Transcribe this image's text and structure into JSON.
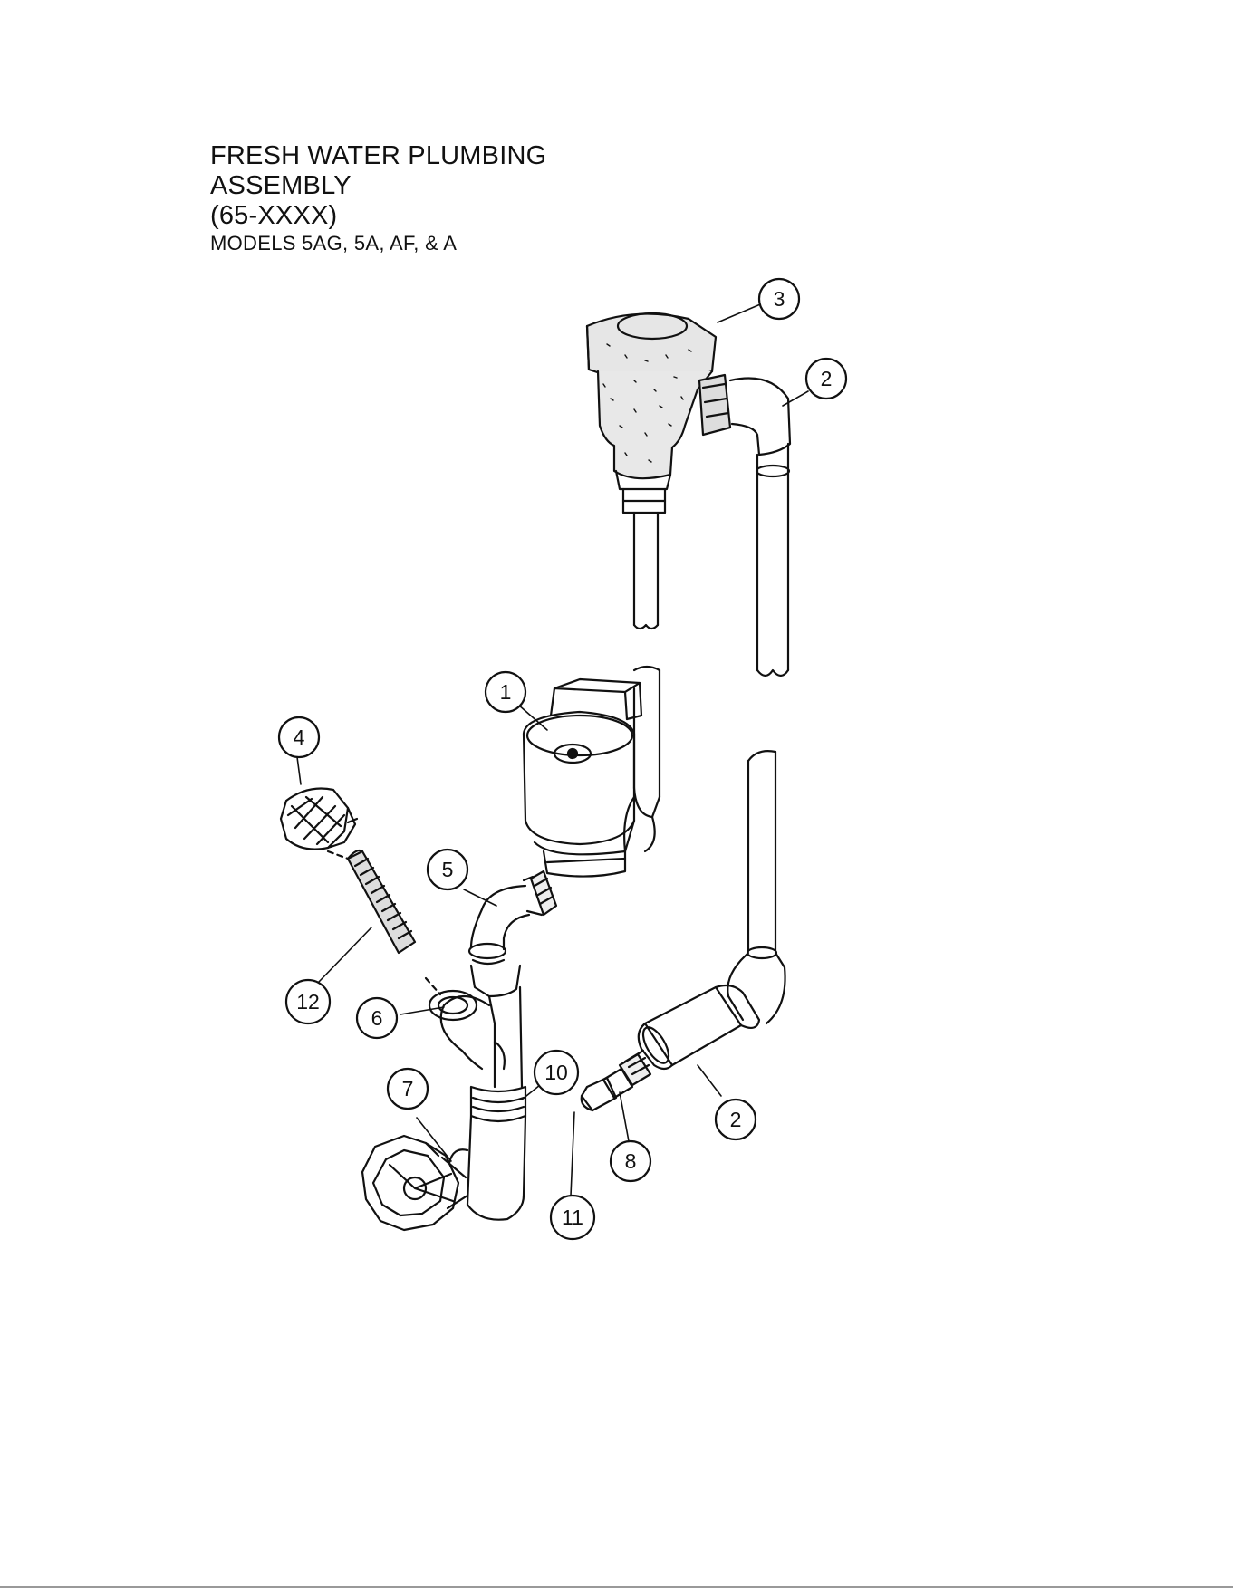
{
  "title": {
    "line1": "FRESH WATER PLUMBING",
    "line2": "ASSEMBLY",
    "line3": "(65-XXXX)",
    "models": "MODELS 5AG, 5A, AF, & A"
  },
  "callouts": [
    {
      "id": "c3",
      "label": "3"
    },
    {
      "id": "c2a",
      "label": "2"
    },
    {
      "id": "c1",
      "label": "1"
    },
    {
      "id": "c4",
      "label": "4"
    },
    {
      "id": "c5",
      "label": "5"
    },
    {
      "id": "c12",
      "label": "12"
    },
    {
      "id": "c6",
      "label": "6"
    },
    {
      "id": "c10",
      "label": "10"
    },
    {
      "id": "c7",
      "label": "7"
    },
    {
      "id": "c2b",
      "label": "2"
    },
    {
      "id": "c8",
      "label": "8"
    },
    {
      "id": "c11",
      "label": "11"
    }
  ]
}
